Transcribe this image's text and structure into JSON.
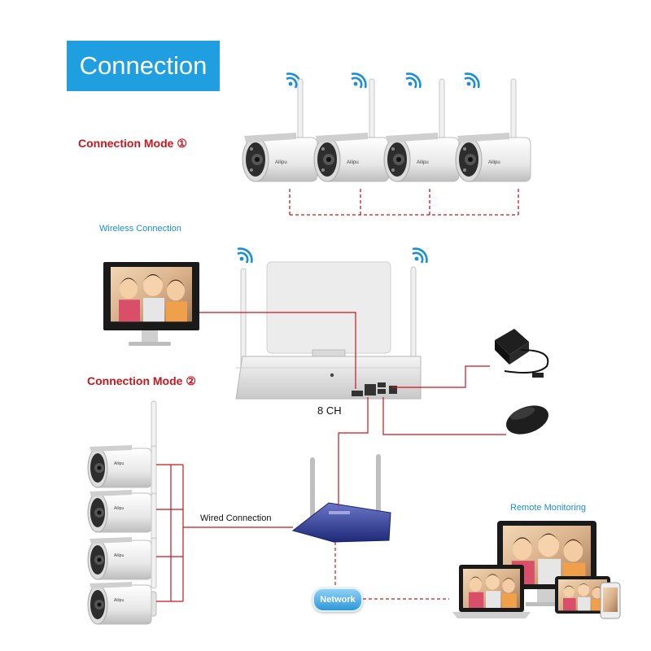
{
  "title": "Connection",
  "mode1_label": "Connection Mode ①",
  "mode2_label": "Connection Mode ②",
  "wireless_label": "Wireless Connection",
  "wired_label": "Wired Connection",
  "nvr_label": "8 CH",
  "remote_label": "Remote Monitoring",
  "network_label": "Network",
  "camera_brand": "Ailipu",
  "colors": {
    "accent": "#1f9fe0",
    "red_line": "#c8161d",
    "wifi": "#1a8fd6"
  },
  "icons": [
    "wifi-icon",
    "camera-icon",
    "nvr-icon",
    "monitor-icon",
    "power-adapter-icon",
    "mouse-icon",
    "router-icon",
    "laptop-icon",
    "tablet-icon",
    "phone-icon"
  ]
}
